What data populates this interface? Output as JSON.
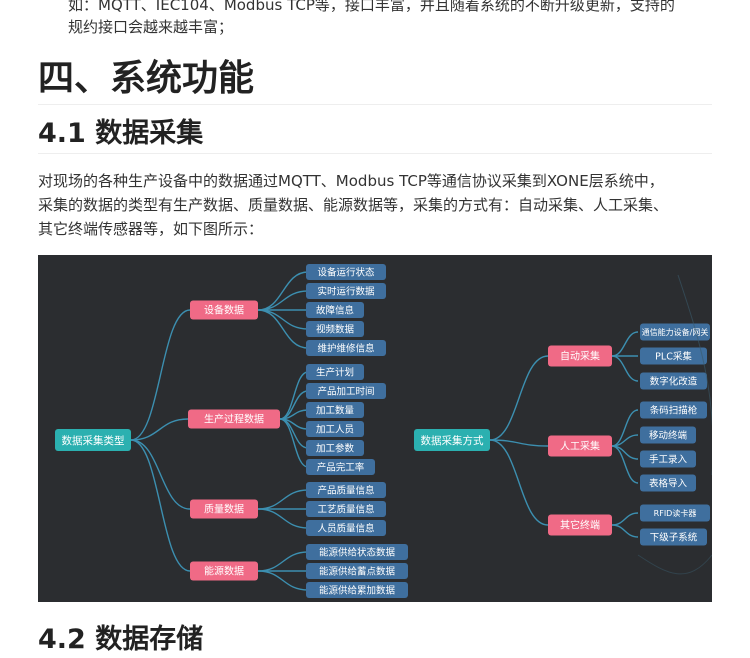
{
  "intro": {
    "line1": "如：MQTT、IEC104、Modbus TCP等，接口丰富，并且随着系统的不断升级更新，支持的",
    "line2": "规约接口会越来越丰富；"
  },
  "section_title": "四、系统功能",
  "subsection_title": "4.1 数据采集",
  "description": {
    "line1": "对现场的各种生产设备中的数据通过MQTT、Modbus TCP等通信协议采集到XONE层系统中，",
    "line2": "采集的数据的类型有生产数据、质量数据、能源数据等，采集的方式有：自动采集、人工采集、",
    "line3": "其它终端传感器等，如下图所示："
  },
  "diagram": {
    "colors": {
      "background": "#2b2d30",
      "root": "#2bb0b0",
      "category": "#f06a86",
      "leaf": "#3f6f9e",
      "line": "#3c8fb0"
    },
    "left": {
      "root": "数据采集类型",
      "groups": [
        {
          "label": "设备数据",
          "items": [
            "设备运行状态",
            "实时运行数据",
            "故障信息",
            "视频数据",
            "维护维修信息"
          ]
        },
        {
          "label": "生产过程数据",
          "items": [
            "生产计划",
            "产品加工时间",
            "加工数量",
            "加工人员",
            "加工参数",
            "产品完工率"
          ]
        },
        {
          "label": "质量数据",
          "items": [
            "产品质量信息",
            "工艺质量信息",
            "人员质量信息"
          ]
        },
        {
          "label": "能源数据",
          "items": [
            "能源供给状态数据",
            "能源供给蓄点数据",
            "能源供给累加数据"
          ]
        }
      ]
    },
    "right": {
      "root": "数据采集方式",
      "groups": [
        {
          "label": "自动采集",
          "items": [
            "通信能力设备/网关",
            "PLC采集",
            "数字化改造"
          ]
        },
        {
          "label": "人工采集",
          "items": [
            "条码扫描枪",
            "移动终端",
            "手工录入",
            "表格导入"
          ]
        },
        {
          "label": "其它终端",
          "items": [
            "RFID读卡器",
            "下级子系统"
          ]
        }
      ]
    }
  },
  "next_subsection_title": "4.2 数据存储"
}
